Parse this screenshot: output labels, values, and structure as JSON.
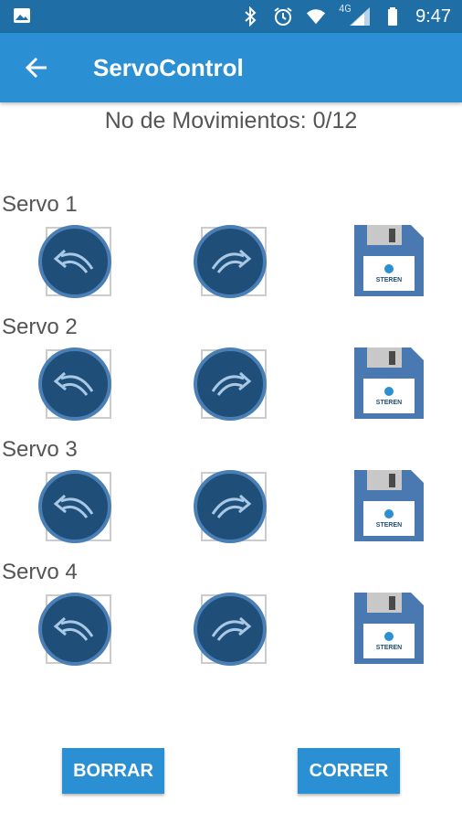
{
  "status_bar": {
    "time": "9:47",
    "network": "4G",
    "icons": [
      "image-icon",
      "bluetooth-icon",
      "alarm-icon",
      "wifi-icon",
      "signal-icon",
      "battery-icon"
    ]
  },
  "app_bar": {
    "title": "ServoControl",
    "back_icon": "back-arrow-icon"
  },
  "counter_text": "No de Movimientos: 0/12",
  "servos": [
    {
      "label": "Servo 1"
    },
    {
      "label": "Servo 2"
    },
    {
      "label": "Servo 3"
    },
    {
      "label": "Servo 4"
    }
  ],
  "save_disk_brand": "STEREN",
  "buttons": {
    "borrar": "BORRAR",
    "correr": "CORRER"
  },
  "colors": {
    "status_bar": "#1f6fa6",
    "app_bar": "#2b8fd3",
    "rotate_button": "#1f4f78",
    "disk": "#4a78b0"
  }
}
